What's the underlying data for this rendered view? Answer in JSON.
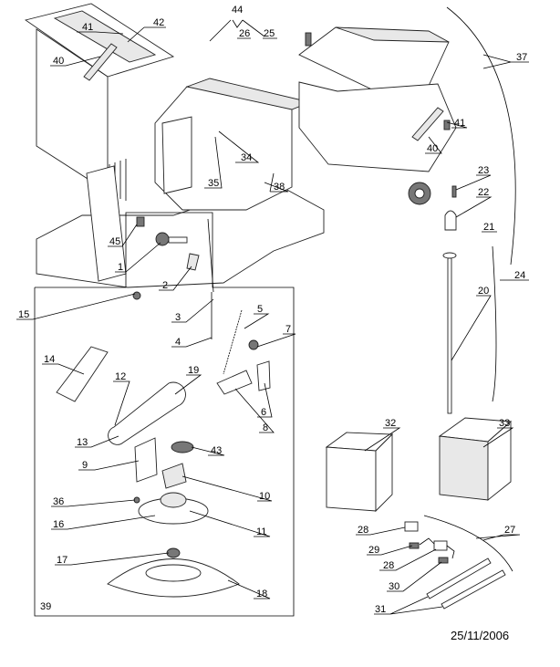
{
  "diagram": {
    "callouts": [
      "42",
      "41",
      "44",
      "26",
      "25",
      "37",
      "40",
      "41",
      "40",
      "34",
      "35",
      "38",
      "23",
      "22",
      "21",
      "24",
      "45",
      "1",
      "2",
      "3",
      "4",
      "15",
      "20",
      "5",
      "7",
      "14",
      "12",
      "19",
      "6",
      "13",
      "8",
      "43",
      "9",
      "32",
      "33",
      "10",
      "36",
      "11",
      "16",
      "17",
      "28",
      "27",
      "29",
      "28",
      "30",
      "18",
      "31",
      "39"
    ],
    "date": "25/11/2006"
  }
}
